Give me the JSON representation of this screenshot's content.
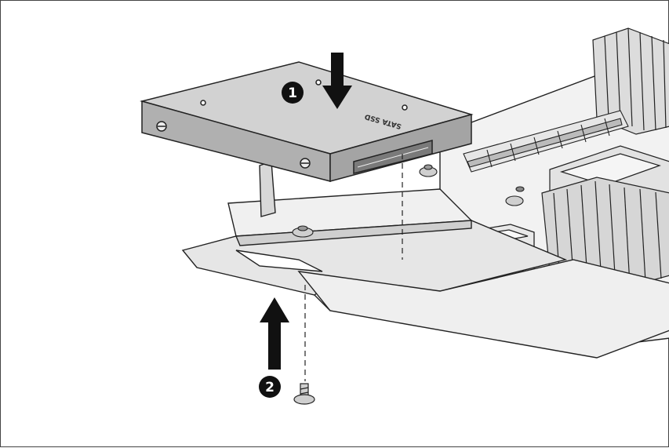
{
  "diagram": {
    "steps": [
      {
        "number": "1",
        "action": "lower-drive"
      },
      {
        "number": "2",
        "action": "insert-screw"
      }
    ],
    "drive_label": "SATA SSD",
    "colors": {
      "line": "#222222",
      "arrow": "#111111",
      "callout_fill": "#111111",
      "callout_text": "#ffffff",
      "drive_top": "#d0d0d0",
      "drive_side": "#a8a8a8",
      "board": "#f2f2f2",
      "tray": "#e4e4e4"
    }
  }
}
